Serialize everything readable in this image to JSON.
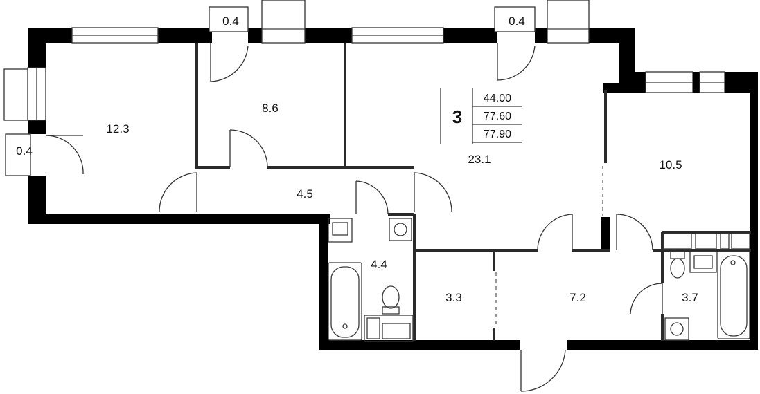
{
  "apartment": {
    "rooms_count": "3",
    "areas": [
      "44.00",
      "77.60",
      "77.90"
    ]
  },
  "rooms": {
    "room_left": "12.3",
    "room_middle": "8.6",
    "living": "23.1",
    "room_right": "10.5",
    "corridor": "4.5",
    "bathroom": "4.4",
    "storage": "3.3",
    "hall": "7.2",
    "bathroom_right": "3.7",
    "balcony_left": "0.4",
    "balcony_top_left": "0.4",
    "balcony_top_right": "0.4"
  }
}
